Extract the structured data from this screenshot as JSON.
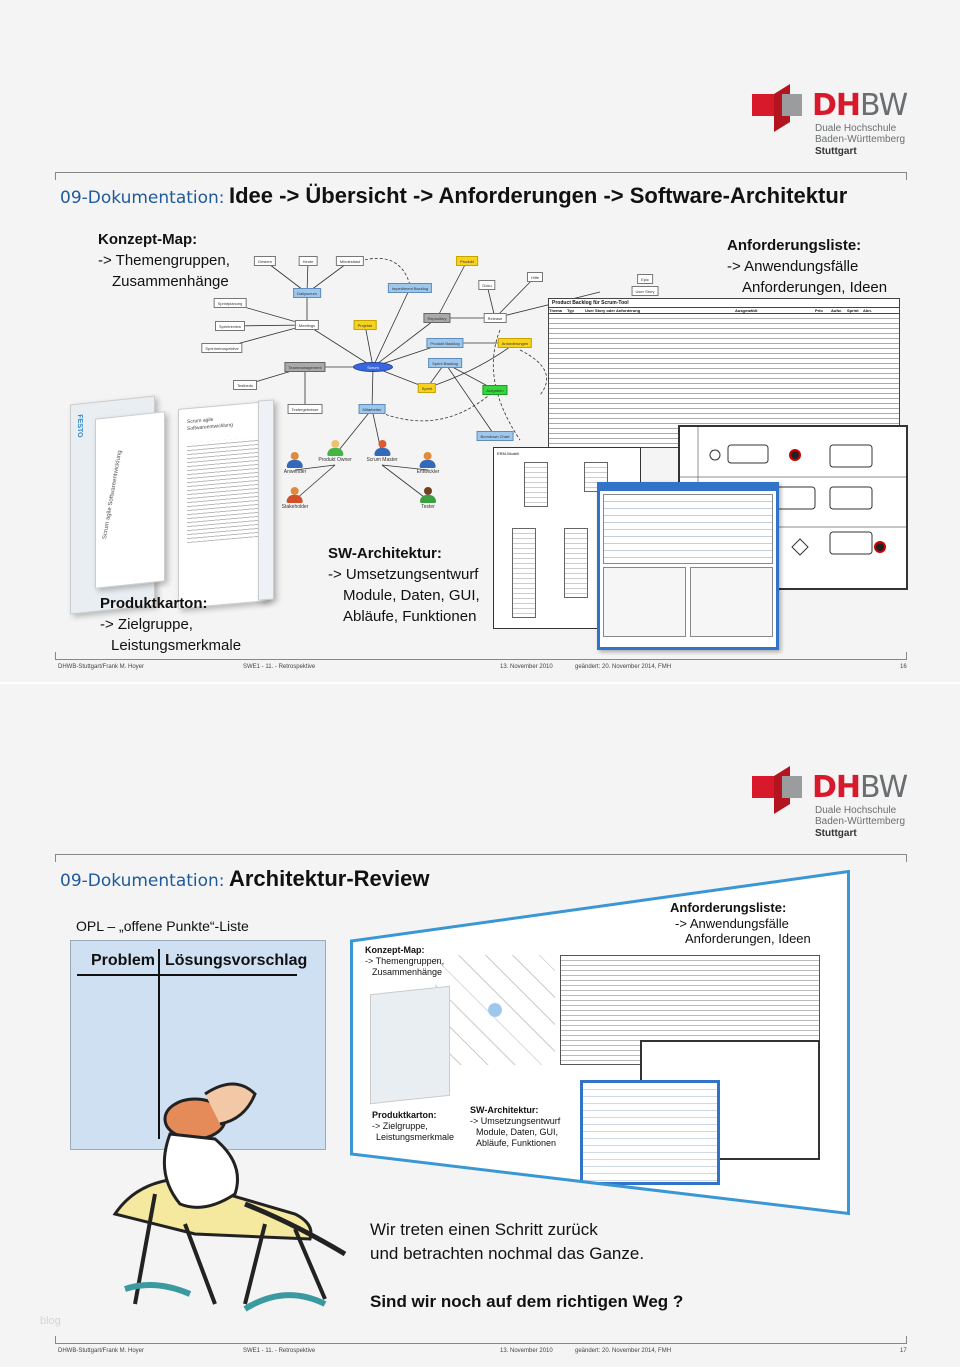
{
  "logo": {
    "abbr_red": "DH",
    "abbr_grey": "BW",
    "line1": "Duale Hochschule",
    "line2": "Baden-Württemberg",
    "city": "Stuttgart",
    "colors": {
      "red": "#d8192c",
      "grey": "#6b6e70"
    }
  },
  "footer": {
    "author": "DHWB-Stuttgart/Frank M. Hoyer",
    "course": "SWE1 - 11. - Retrospektive",
    "date": "13. November 2010",
    "changed": "geändert: 20. November 2014, FMH"
  },
  "slide1": {
    "title_prefix": "09-Dokumentation:",
    "title": "Idee -> Übersicht -> Anforderungen -> Software-Architektur",
    "page": "16",
    "konzept": {
      "heading": "Konzept-Map:",
      "line1": "-> Themengruppen,",
      "line2": "Zusammenhänge"
    },
    "anforderung": {
      "heading": "Anforderungsliste:",
      "line1": "-> Anwendungsfälle",
      "line2": "Anforderungen, Ideen"
    },
    "sw": {
      "heading": "SW-Architektur:",
      "line1": "-> Umsetzungsentwurf",
      "line2": "Module, Daten, GUI,",
      "line3": "Abläufe, Funktionen"
    },
    "produkt": {
      "heading": "Produktkarton:",
      "line1": "-> Zielgruppe,",
      "line2": "Leistungsmerkmale"
    },
    "map_nodes": [
      "Gestern",
      "Heute",
      "Mindestlast",
      "Dailyscrum",
      "Impediment Backlog",
      "Produkt",
      "Doku",
      "Hilfe",
      "Sprintplanung",
      "Sprintreview",
      "Sprintretrospektive",
      "Meetings",
      "Projekte",
      "Repository",
      "Release",
      "Produkt Backlog",
      "Anforderungen",
      "Sprint Backlog",
      "Teammanagement",
      "Scrum",
      "Sprint",
      "Aufgaben",
      "Testbeds",
      "Testergebnisse",
      "Mitarbeiter",
      "Burndown Chart",
      "Epic",
      "User Story"
    ],
    "people": [
      "Anwender",
      "Produkt Owner",
      "Scrum Master",
      "Entwickler",
      "Stakeholder",
      "Tester"
    ],
    "backlog_title": "Product Backlog für Scrum-Tool",
    "backlog_cols": [
      "Thema",
      "Typ",
      "User Story oder Anforderung",
      "Ausgewählt",
      "Prio",
      "Aufw.",
      "Sprint",
      "Abn."
    ],
    "erm_title": "ERM-Modell",
    "box_brand": "FESTO",
    "box_title": "Scrum agile Softwareentwicklung"
  },
  "slide2": {
    "title_prefix": "09-Dokumentation:",
    "title": "Architektur-Review",
    "page": "17",
    "opl_label": "OPL – „offene Punkte“-Liste",
    "opl_col1": "Problem",
    "opl_col2": "Lösungsvorschlag",
    "text1": "Wir treten einen Schritt zurück",
    "text2": "und betrachten nochmal das Ganze.",
    "question": "Sind wir noch auf dem richtigen Weg ?",
    "watermark": "blog"
  }
}
